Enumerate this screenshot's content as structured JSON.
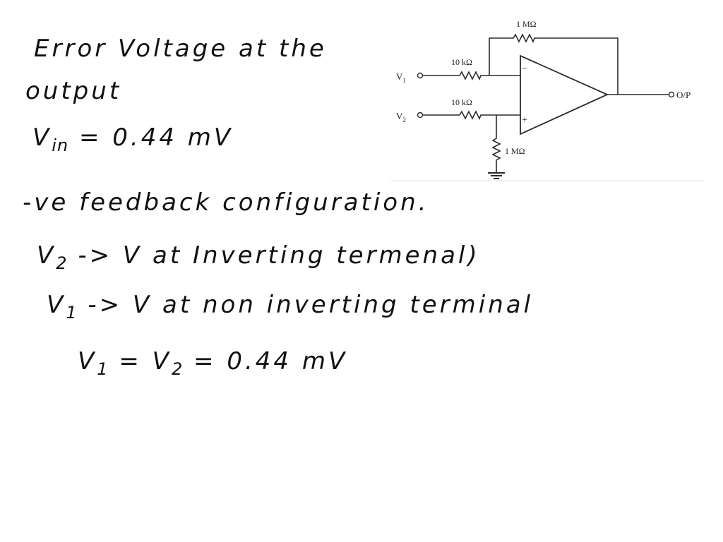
{
  "notes": {
    "line1": "Error Voltage at the",
    "line2": "output",
    "line3_var": "V",
    "line3_sub": "in",
    "line3_rest": "= 0.44 mV",
    "line4": "-ve feedback configuration.",
    "line5_var": "V",
    "line5_sub": "2",
    "line5_rest": "-> V at Inverting termenal)",
    "line6_var": "V",
    "line6_sub": "1",
    "line6_rest": "-> V at non inverting terminal",
    "line7_v1": "V",
    "line7_v1_sub": "1",
    "line7_eq1": "=",
    "line7_v2": "V",
    "line7_v2_sub": "2",
    "line7_rest": "= 0.44 mV"
  },
  "circuit": {
    "feedback_resistor": "1 MΩ",
    "input_resistor_1": "10 kΩ",
    "input_resistor_2": "10 kΩ",
    "ground_resistor": "1 MΩ",
    "input_1_label": "V",
    "input_1_sub": "1",
    "input_2_label": "V",
    "input_2_sub": "2",
    "output_label": "O/P",
    "inverting_sign": "−",
    "noninverting_sign": "+"
  }
}
